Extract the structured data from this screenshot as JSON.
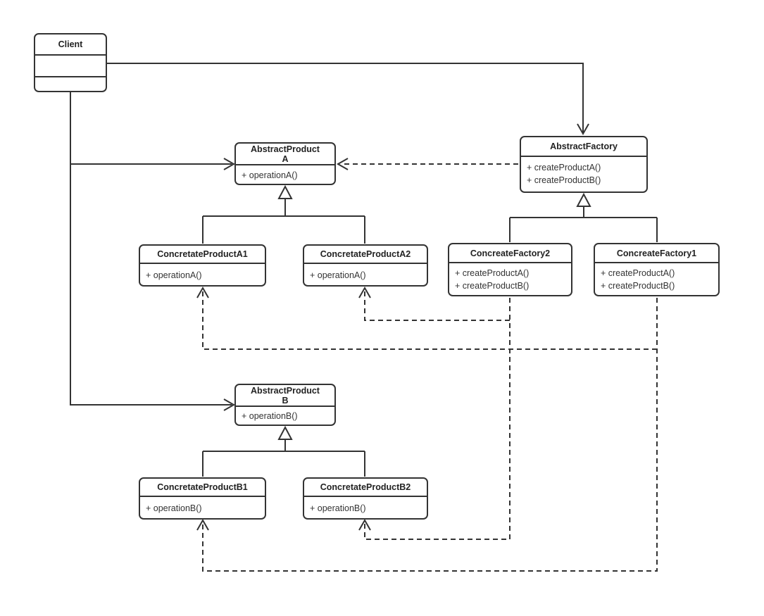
{
  "diagram": {
    "kind": "uml-class-diagram",
    "pattern": "Abstract Factory",
    "background_color": "#ffffff",
    "line_color": "#333333",
    "text_color": "#222222"
  },
  "classes": {
    "client": {
      "name": "Client"
    },
    "abstract_product_a": {
      "name_lines": [
        "AbstractProduct",
        "A"
      ],
      "methods": [
        "+ operationA()"
      ]
    },
    "abstract_factory": {
      "name": "AbstractFactory",
      "methods": [
        "+ createProductA()",
        "+ createProductB()"
      ]
    },
    "concretate_product_a1": {
      "name": "ConcretateProductA1",
      "methods": [
        "+ operationA()"
      ]
    },
    "concretate_product_a2": {
      "name": "ConcretateProductA2",
      "methods": [
        "+ operationA()"
      ]
    },
    "concreate_factory_2": {
      "name": "ConcreateFactory2",
      "methods": [
        "+ createProductA()",
        "+ createProductB()"
      ]
    },
    "concreate_factory_1": {
      "name": "ConcreateFactory1",
      "methods": [
        "+ createProductA()",
        "+ createProductB()"
      ]
    },
    "abstract_product_b": {
      "name_lines": [
        "AbstractProduct",
        "B"
      ],
      "methods": [
        "+ operationB()"
      ]
    },
    "concretate_product_b1": {
      "name": "ConcretateProductB1",
      "methods": [
        "+ operationB()"
      ]
    },
    "concretate_product_b2": {
      "name": "ConcretateProductB2",
      "methods": [
        "+ operationB()"
      ]
    }
  }
}
